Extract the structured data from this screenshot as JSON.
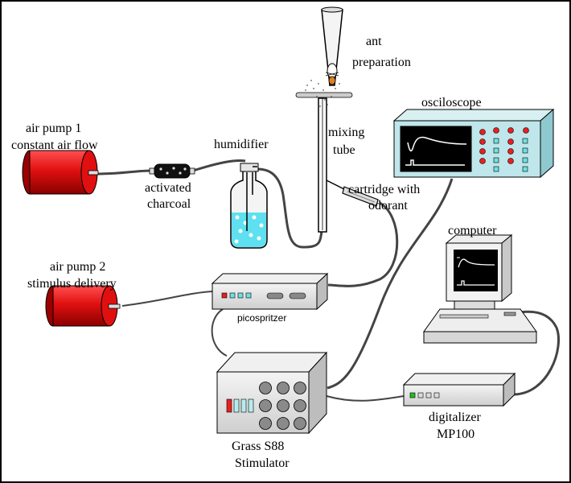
{
  "labels": {
    "ant": "ant",
    "preparation": "preparation",
    "osciloscope": "osciloscope",
    "mixing": "mixing",
    "tube": "tube",
    "air_pump_1": "air pump 1",
    "constant_air_flow": "constant air flow",
    "humidifier": "humidifier",
    "activated": "activated",
    "charcoal": "charcoal",
    "cartridge_with": "cartridge with",
    "odorant": "odorant",
    "computer": "computer",
    "air_pump_2": "air pump 2",
    "stimulus_delivery": "stimulus delivery",
    "picospritzer": "picospritzer",
    "grass_s88": "Grass S88",
    "stimulator": "Stimulator",
    "digitalizer": "digitalizer",
    "mp100": "MP100"
  },
  "colors": {
    "pump_red": "#e01010",
    "device_grey": "#e8e8e8",
    "scope_teal": "#bfe6ea",
    "screen_black": "#000000",
    "liquid_cyan": "#5ee0f0",
    "led_red": "#e82020",
    "led_cyan": "#70e0e0",
    "led_green": "#20c020"
  }
}
